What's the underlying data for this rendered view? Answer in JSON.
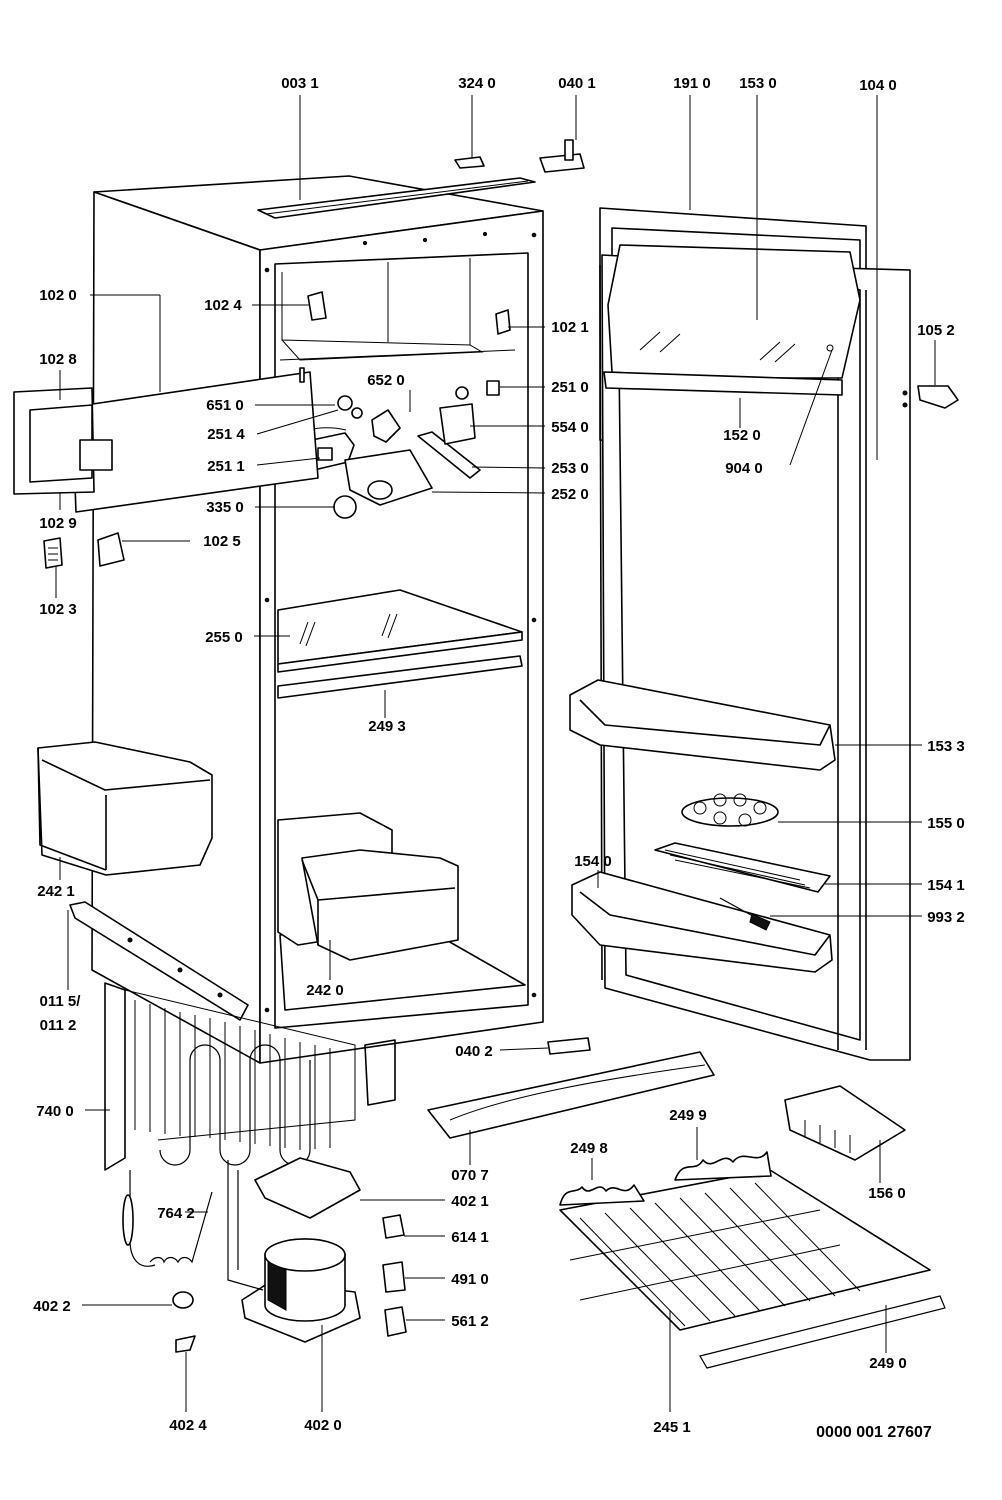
{
  "reference_number": "0000 001 27607",
  "parts": [
    {
      "id": "p0031",
      "label": "003 1"
    },
    {
      "id": "p3240",
      "label": "324 0"
    },
    {
      "id": "p0401",
      "label": "040 1"
    },
    {
      "id": "p1910",
      "label": "191 0"
    },
    {
      "id": "p1530",
      "label": "153 0"
    },
    {
      "id": "p1040",
      "label": "104 0"
    },
    {
      "id": "p1020",
      "label": "102 0"
    },
    {
      "id": "p1024",
      "label": "102 4"
    },
    {
      "id": "p1021",
      "label": "102 1"
    },
    {
      "id": "p1052",
      "label": "105 2"
    },
    {
      "id": "p1028",
      "label": "102 8"
    },
    {
      "id": "p6520",
      "label": "652 0"
    },
    {
      "id": "p2510",
      "label": "251 0"
    },
    {
      "id": "p6510",
      "label": "651 0"
    },
    {
      "id": "p5540",
      "label": "554 0"
    },
    {
      "id": "p2514",
      "label": "251 4"
    },
    {
      "id": "p1520",
      "label": "152 0"
    },
    {
      "id": "p2511",
      "label": "251 1"
    },
    {
      "id": "p2530",
      "label": "253 0"
    },
    {
      "id": "p9040",
      "label": "904 0"
    },
    {
      "id": "p2520",
      "label": "252 0"
    },
    {
      "id": "p3350",
      "label": "335 0"
    },
    {
      "id": "p1029",
      "label": "102 9"
    },
    {
      "id": "p1025",
      "label": "102 5"
    },
    {
      "id": "p1023",
      "label": "102 3"
    },
    {
      "id": "p2550",
      "label": "255 0"
    },
    {
      "id": "p2493",
      "label": "249 3"
    },
    {
      "id": "p1533",
      "label": "153 3"
    },
    {
      "id": "p1550",
      "label": "155 0"
    },
    {
      "id": "p1540",
      "label": "154 0"
    },
    {
      "id": "p2421",
      "label": "242 1"
    },
    {
      "id": "p1541",
      "label": "154 1"
    },
    {
      "id": "p9932",
      "label": "993 2"
    },
    {
      "id": "p2420",
      "label": "242 0"
    },
    {
      "id": "p0115",
      "label": "011 5/"
    },
    {
      "id": "p0112",
      "label": "011 2"
    },
    {
      "id": "p0402",
      "label": "040 2"
    },
    {
      "id": "p7400",
      "label": "740 0"
    },
    {
      "id": "p2499",
      "label": "249 9"
    },
    {
      "id": "p2498",
      "label": "249 8"
    },
    {
      "id": "p0707",
      "label": "070 7"
    },
    {
      "id": "p4021",
      "label": "402 1"
    },
    {
      "id": "p1560",
      "label": "156 0"
    },
    {
      "id": "p7642",
      "label": "764 2"
    },
    {
      "id": "p6141",
      "label": "614 1"
    },
    {
      "id": "p4910",
      "label": "491 0"
    },
    {
      "id": "p4022",
      "label": "402 2"
    },
    {
      "id": "p5612",
      "label": "561 2"
    },
    {
      "id": "p2490",
      "label": "249 0"
    },
    {
      "id": "p4024",
      "label": "402 4"
    },
    {
      "id": "p4020",
      "label": "402 0"
    },
    {
      "id": "p2451",
      "label": "245 1"
    }
  ]
}
